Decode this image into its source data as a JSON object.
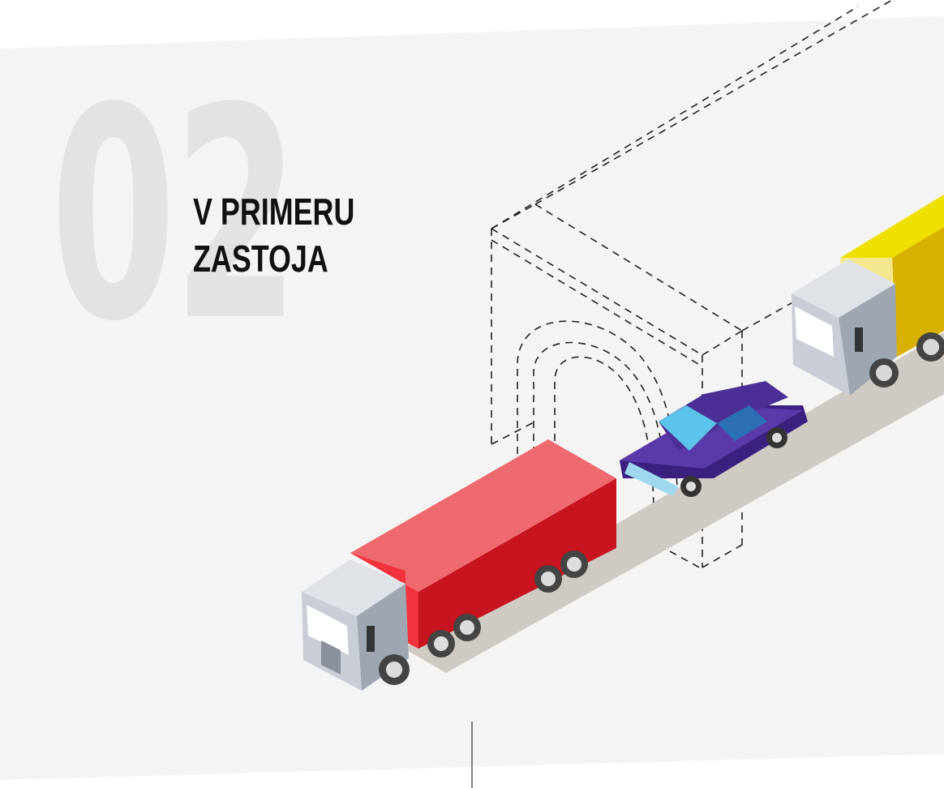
{
  "section": {
    "number": "02",
    "title_lines": [
      "V PRIMERU",
      "ZASTOJA"
    ]
  },
  "illustration": {
    "elements": [
      "tunnel-outline",
      "road",
      "red-truck",
      "blue-car",
      "yellow-truck"
    ]
  },
  "colors": {
    "panel": "#f4f4f4",
    "number": "#e3e3e3",
    "title": "#111111",
    "road": "#cfcbc4",
    "red_trailer": "#c8141e",
    "red_trailer_top": "#ef6a6e",
    "car": "#4b2f96",
    "car_glass": "#5cc3ea",
    "yellow_trailer": "#f0e000",
    "cab": "#c9ced6"
  }
}
